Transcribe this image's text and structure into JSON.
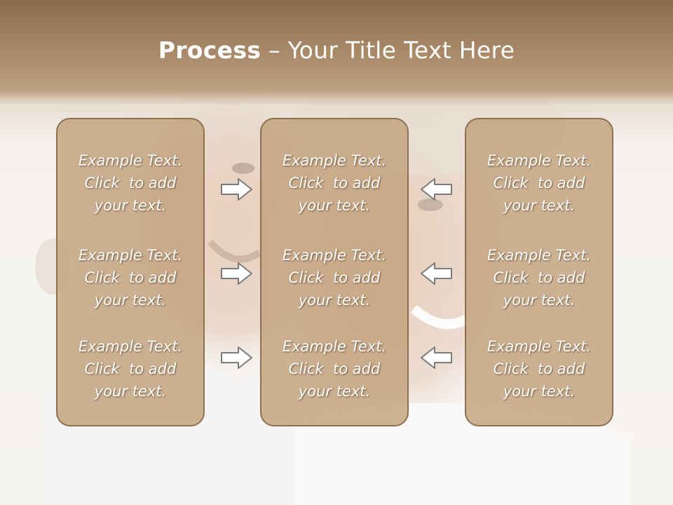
{
  "title": {
    "bold": "Process",
    "rest": " – Your Title Text Here"
  },
  "columns": [
    {
      "items": [
        [
          "Example Text.",
          "Click  to add",
          "your text."
        ],
        [
          "Example Text.",
          "Click  to add",
          "your text."
        ],
        [
          "Example Text.",
          "Click  to add",
          "your text."
        ]
      ]
    },
    {
      "items": [
        [
          "Example Text.",
          "Click  to add",
          "your text."
        ],
        [
          "Example Text.",
          "Click  to add",
          "your text."
        ],
        [
          "Example Text.",
          "Click  to add",
          "your text."
        ]
      ]
    },
    {
      "items": [
        [
          "Example Text.",
          "Click  to add",
          "your text."
        ],
        [
          "Example Text.",
          "Click  to add",
          "your text."
        ],
        [
          "Example Text.",
          "Click  to add",
          "your text."
        ]
      ]
    }
  ],
  "arrows": {
    "left_group": "right-arrow-icon",
    "right_group": "left-arrow-icon"
  },
  "colors": {
    "header": "#8a6c4c",
    "box_fill": "#c2a17c",
    "box_border": "#8d7051",
    "text": "#ffffff"
  }
}
